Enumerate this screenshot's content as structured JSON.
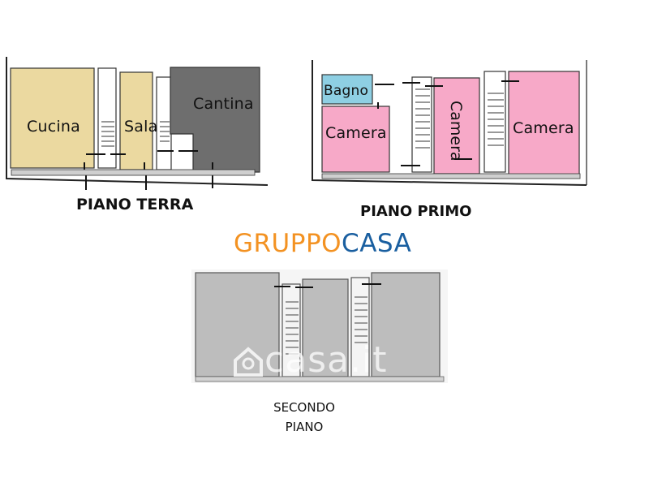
{
  "brand": {
    "part1": "GRUPPO",
    "part2": "CASA",
    "color1": "#F39222",
    "color2": "#1A5FA0"
  },
  "colors": {
    "kitchen_sala": "#EBD9A0",
    "cantina": "#6E6E6E",
    "bathroom": "#8ECFE3",
    "bedroom": "#F7A9C8",
    "second_floor": "#BDBDBD"
  },
  "ground_floor": {
    "title": "PIANO TERRA",
    "rooms": {
      "cucina": "Cucina",
      "sala": "Sala",
      "cantina": "Cantina"
    }
  },
  "first_floor": {
    "title": "PIANO PRIMO",
    "rooms": {
      "bagno": "Bagno",
      "camera_left": "Camera",
      "camera_middle": "Camera",
      "camera_right": "Camera"
    }
  },
  "second_floor": {
    "title_line1": "SECONDO",
    "title_line2": "PIANO"
  },
  "watermark": {
    "text": "casa.it",
    "icon": "house-icon"
  }
}
